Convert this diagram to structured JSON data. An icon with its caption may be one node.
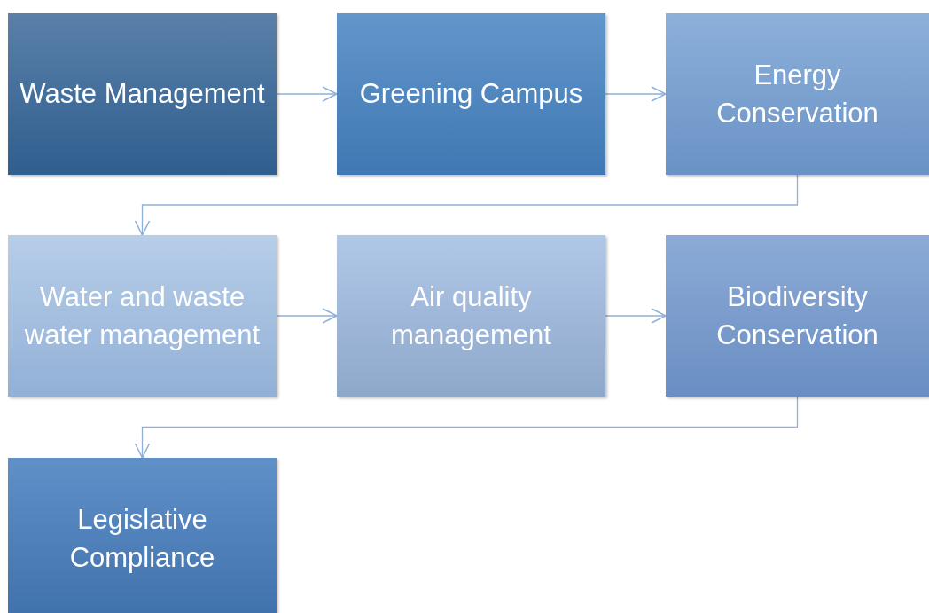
{
  "diagram": {
    "nodes": [
      {
        "text": [
          "Waste Management"
        ]
      },
      {
        "text": [
          "Greening Campus"
        ]
      },
      {
        "text": [
          "Energy Conservation"
        ]
      },
      {
        "text": [
          "Water and waste water management"
        ]
      },
      {
        "text": [
          "Air quality management"
        ]
      },
      {
        "text": [
          "Biodiversity Conservation"
        ]
      },
      {
        "text": [
          "Legislative Compliance"
        ]
      }
    ],
    "edges": [
      {
        "from": 0,
        "to": 1,
        "arrow": "to"
      },
      {
        "from": 1,
        "to": 2,
        "arrow": "to"
      },
      {
        "from": 2,
        "to": 3,
        "arrow": "to"
      },
      {
        "from": 3,
        "to": 4,
        "arrow": "to"
      },
      {
        "from": 4,
        "to": 5,
        "arrow": "to"
      },
      {
        "from": 5,
        "to": 6,
        "arrow": "to"
      }
    ]
  }
}
